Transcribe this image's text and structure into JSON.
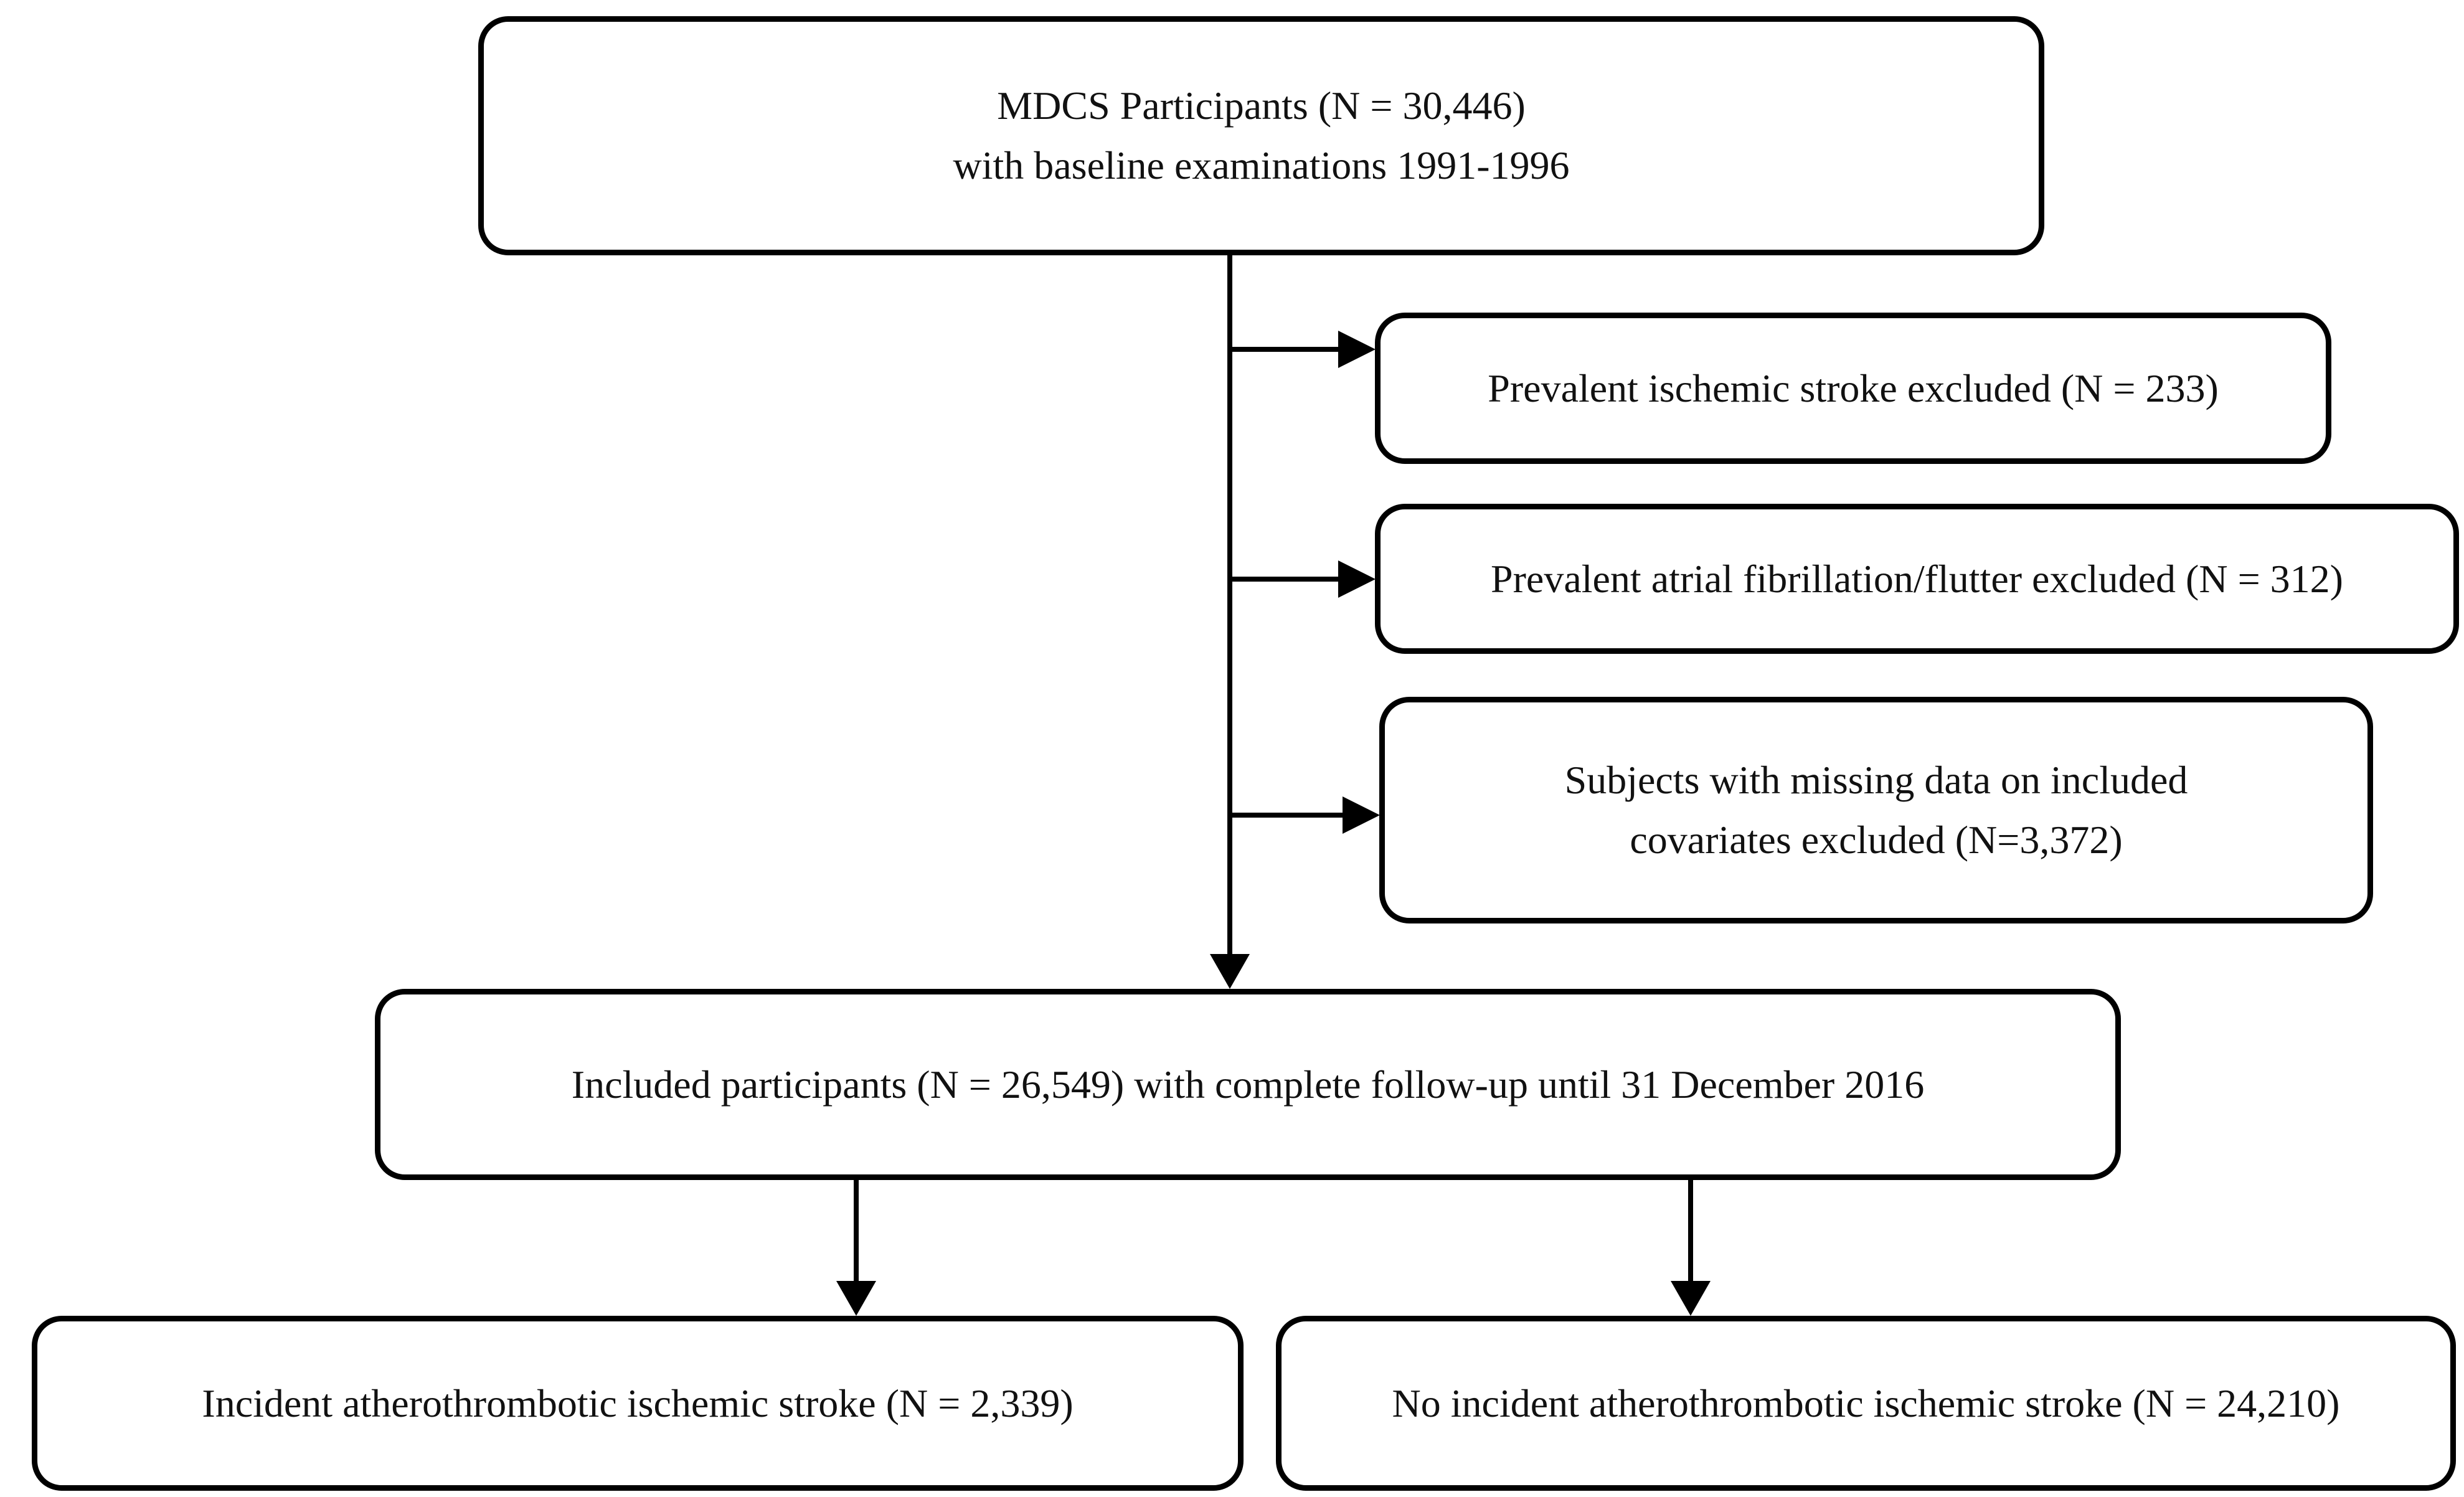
{
  "diagram": {
    "nodes": {
      "top": {
        "line1": "MDCS Participants (N = 30,446)",
        "line2": "with baseline examinations 1991-1996"
      },
      "exclusion1": {
        "line1": "Prevalent ischemic stroke excluded (N = 233)"
      },
      "exclusion2": {
        "line1": "Prevalent atrial fibrillation/flutter excluded (N = 312)"
      },
      "exclusion3": {
        "line1": "Subjects with missing data on included",
        "line2": "covariates excluded (N=3,372)"
      },
      "included": {
        "line1": "Included participants (N = 26,549) with complete follow-up until 31 December 2016"
      },
      "outcome_incident": {
        "line1": "Incident atherothrombotic ischemic stroke (N = 2,339)"
      },
      "outcome_no_incident": {
        "line1": "No incident atherothrombotic ischemic stroke (N = 24,210)"
      }
    },
    "colors": {
      "line": "#000000",
      "box_border": "#000000",
      "box_background": "#ffffff",
      "page_background": "#ffffff",
      "text": "#111111"
    }
  }
}
